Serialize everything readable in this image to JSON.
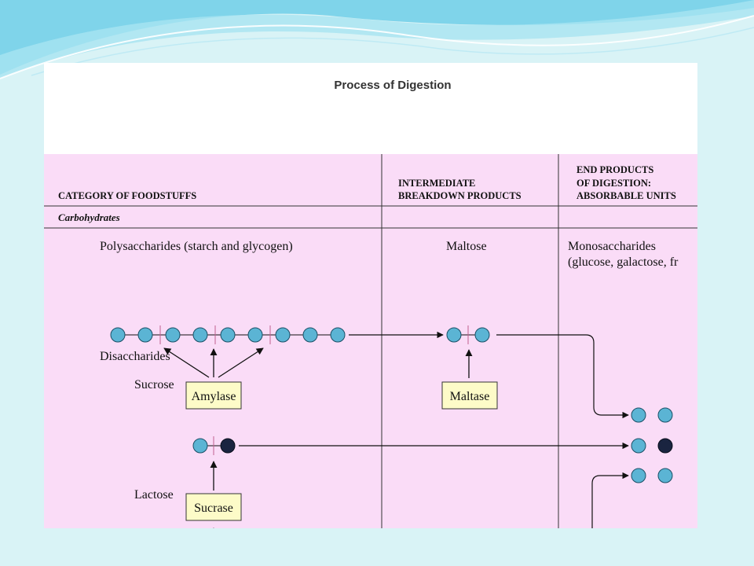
{
  "slide": {
    "title": "Process of Digestion"
  },
  "headers": {
    "category_line1": "CATEGORY OF FOODSTUFFS",
    "intermediate_line1": "INTERMEDIATE",
    "intermediate_line2": "BREAKDOWN PRODUCTS",
    "end_line1": "END PRODUCTS",
    "end_line2": "OF DIGESTION:",
    "end_line3": "ABSORBABLE UNITS"
  },
  "sections": {
    "carbohydrates": "Carbohydrates"
  },
  "labels": {
    "polysaccharides": "Polysaccharides (starch and glycogen)",
    "maltose": "Maltose",
    "monosaccharides_line1": "Monosaccharides",
    "monosaccharides_line2": "(glucose, galactose, fr",
    "disaccharides": "Disaccharides",
    "sucrose": "Sucrose",
    "lactose": "Lactose"
  },
  "enzymes": {
    "amylase": "Amylase",
    "maltase": "Maltase",
    "sucrase": "Sucrase"
  },
  "colors": {
    "background": "#d9f3f6",
    "panel": "#fadcf7",
    "glucose_unit": "#5bb4d4",
    "fructose_unit": "#1a2440",
    "enzyme_box": "#fdfbc8"
  }
}
